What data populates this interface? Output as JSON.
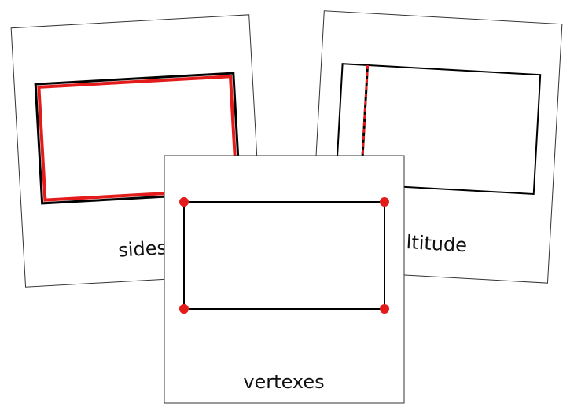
{
  "cards": {
    "left": {
      "label": "sides",
      "highlight_color": "#e31b1b"
    },
    "right": {
      "label": "altitude",
      "highlight_color": "#e31b1b"
    },
    "center": {
      "label": "vertexes",
      "highlight_color": "#e31b1b"
    }
  },
  "colors": {
    "card_background": "#ffffff",
    "card_border": "#333333",
    "shape_stroke": "#000000",
    "highlight": "#e31b1b"
  }
}
